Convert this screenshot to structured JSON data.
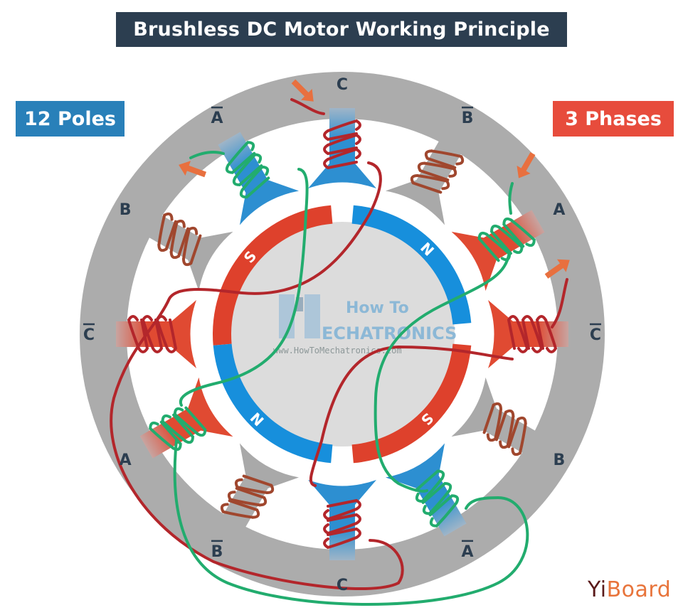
{
  "title": "Brushless DC Motor Working Principle",
  "tags": {
    "poles": "12 Poles",
    "phases": "3 Phases"
  },
  "colors": {
    "stator": "#acacac",
    "pole_blue": "#2d8fd1",
    "pole_red": "#e04a32",
    "pole_gray": "#a9a9a9",
    "wire_green": "#22ac6e",
    "wire_red": "#b3262b",
    "wire_brown": "#a0472e",
    "arrow_orange": "#e8703f",
    "rotor_core": "#dcdcdc",
    "magnet_blue": "#178fdc",
    "magnet_red": "#de412c",
    "label": "#2c3e50"
  },
  "stator_poles": [
    {
      "angle": 90,
      "label": "C",
      "bar": false,
      "color": "blue",
      "wire": "red"
    },
    {
      "angle": 60,
      "label": "B",
      "bar": true,
      "color": "gray",
      "wire": "brown"
    },
    {
      "angle": 30,
      "label": "A",
      "bar": false,
      "color": "red",
      "wire": "green"
    },
    {
      "angle": 0,
      "label": "C",
      "bar": true,
      "color": "red",
      "wire": "red"
    },
    {
      "angle": -30,
      "label": "B",
      "bar": false,
      "color": "gray",
      "wire": "brown"
    },
    {
      "angle": -60,
      "label": "A",
      "bar": true,
      "color": "blue",
      "wire": "green"
    },
    {
      "angle": -90,
      "label": "C",
      "bar": false,
      "color": "blue",
      "wire": "red"
    },
    {
      "angle": -120,
      "label": "B",
      "bar": true,
      "color": "gray",
      "wire": "brown"
    },
    {
      "angle": -150,
      "label": "A",
      "bar": false,
      "color": "red",
      "wire": "green"
    },
    {
      "angle": 180,
      "label": "C",
      "bar": true,
      "color": "red",
      "wire": "red"
    },
    {
      "angle": 150,
      "label": "B",
      "bar": false,
      "color": "gray",
      "wire": "brown"
    },
    {
      "angle": 120,
      "label": "A",
      "bar": true,
      "color": "blue",
      "wire": "green"
    }
  ],
  "rotor_magnets": [
    {
      "label": "S",
      "start": 95,
      "end": 185,
      "color": "red"
    },
    {
      "label": "N",
      "start": 5,
      "end": 85,
      "color": "blue"
    },
    {
      "label": "S",
      "start": -85,
      "end": -5,
      "color": "red"
    },
    {
      "label": "N",
      "start": -175,
      "end": -95,
      "color": "blue"
    }
  ],
  "watermark": {
    "line1": "How To",
    "line2": "ECHATRONICS",
    "url": "www.HowToMechatronics.com"
  },
  "brand": {
    "first": "Yi",
    "rest": "Board"
  }
}
